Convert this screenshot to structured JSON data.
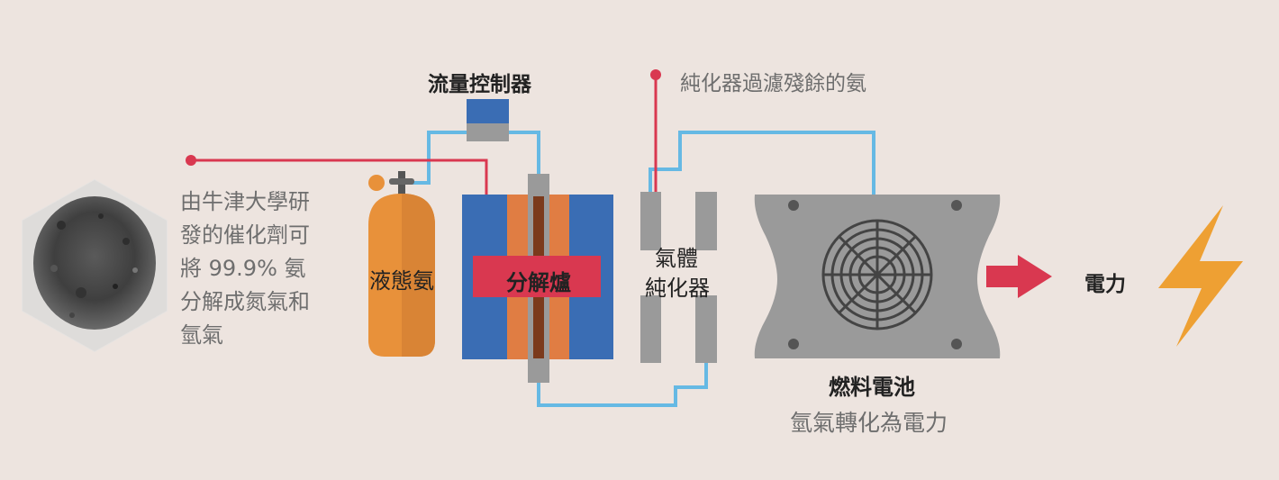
{
  "labels": {
    "flow_controller": "流量控制器",
    "purifier_note": "純化器過濾殘餘的氨",
    "catalyst_desc": [
      "由牛津大學研",
      "發的催化劑可",
      "將 99.9% 氨",
      "分解成氮氣和",
      "氫氣"
    ],
    "liquid_ammonia": "液態氨",
    "decomposer": "分解爐",
    "gas_purifier": [
      "氣體",
      "純化器"
    ],
    "fuel_cell_title": "燃料電池",
    "fuel_cell_desc": "氫氣轉化為電力",
    "electricity": "電力"
  },
  "colors": {
    "background": "#ede4df",
    "pipe": "#66b9e4",
    "pointer": "#d93850",
    "tank": "#e8913a",
    "furnace_blue": "#3a6db4",
    "furnace_orange": "#e07d43",
    "rod": "#7b3a1c",
    "purifier": "#9a9a9a",
    "fuel_cell": "#9a9a9a",
    "arrow": "#d93850",
    "bolt": "#eea033"
  },
  "icons": [
    "powder-hexagon-icon",
    "gas-tank-icon",
    "fan-icon",
    "arrow-right-icon",
    "lightning-bolt-icon"
  ]
}
